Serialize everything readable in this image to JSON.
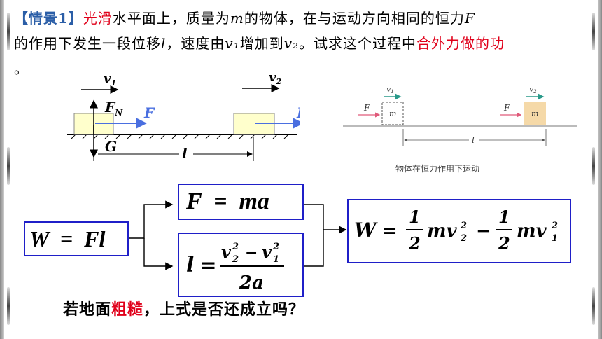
{
  "scenario": {
    "tag": "【情景1】",
    "p1": "光滑",
    "p2": "水平面上，质量为",
    "mass": "m",
    "p3": "的物体，在与运动方向相同的恒力",
    "force": "F",
    "p4": "的作用下发生一段位移",
    "disp": "l",
    "p5": "，速度由",
    "v1": "v₁",
    "p6": "增加到",
    "v2": "v₂",
    "p7": "。试求这个过程中",
    "p8": "合外力做的功",
    "p9": "。"
  },
  "diagram_left": {
    "v1": "v",
    "v1_sub": "1",
    "v2": "v",
    "v2_sub": "2",
    "fn": "F",
    "fn_sub": "N",
    "f1": "F",
    "f2": "F",
    "g": "G",
    "l": "l"
  },
  "diagram_right": {
    "v1": "v",
    "v1_sub": "1",
    "v2": "v",
    "v2_sub": "2",
    "f1": "F",
    "f2": "F",
    "m1": "m",
    "m2": "m",
    "l": "l",
    "caption": "物体在恒力作用下运动"
  },
  "formulas": {
    "work": "W  =  Fl",
    "newton": "F  =  ma",
    "l_lhs": "l",
    "l_eq": "=",
    "l_num_a": "v",
    "l_num_a_sup": "2",
    "l_num_a_sub": "2",
    "l_minus": "−",
    "l_num_b": "v",
    "l_num_b_sup": "2",
    "l_num_b_sub": "1",
    "l_den": "2a",
    "result_lhs": "W",
    "result_eq": "=",
    "half_num": "1",
    "half_den": "2",
    "term1": "mv",
    "term1_sup": "2",
    "term1_sub": "2",
    "minus": "−",
    "half2_num": "1",
    "half2_den": "2",
    "term2": "mv",
    "term2_sup": "2",
    "term2_sub": "1"
  },
  "question": {
    "q1": "若地面",
    "q2": "粗糙",
    "q3": "，上式是否还成立吗？"
  },
  "colors": {
    "tag": "#2b5ea7",
    "highlight": "#e0001a",
    "force_arrow": "#4a6fe0",
    "box_border": "#1f1fc8",
    "block_fill": "#ffffcc",
    "block2_fill": "#f5d9a8"
  }
}
